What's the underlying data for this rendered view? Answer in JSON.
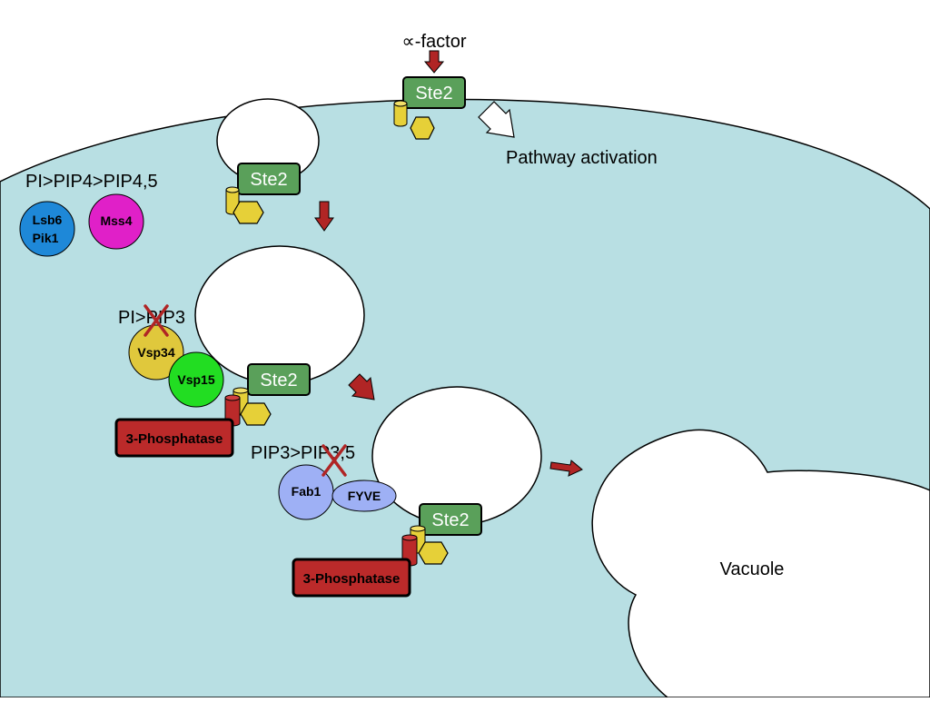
{
  "colors": {
    "cell": "#b8dfe3",
    "ste2": "#5aa05a",
    "arrow": "#b02525",
    "lsb6": "#1e88d8",
    "mss4": "#e020c8",
    "vsp34": "#e0c83c",
    "vsp15": "#22dd22",
    "fab1": "#9eb0f5",
    "fyve": "#9eb0f5",
    "phosphatase": "#bb2a2a",
    "ligand": "#e6d038",
    "cross": "#b02525"
  },
  "labels": {
    "alpha_factor": "∝-factor",
    "pathway_activation": "Pathway activation",
    "pi_pip4_pip45": "PI>PIP4>PIP4,5",
    "pi_pip3": "PI>PIP3",
    "pip3_pip35": "PIP3>PIP3,5",
    "vacuole": "Vacuole"
  },
  "receptors": {
    "ste2_top": "Ste2",
    "ste2_bud": "Ste2",
    "ste2_endosome1": "Ste2",
    "ste2_endosome2": "Ste2"
  },
  "proteins": {
    "lsb6_line1": "Lsb6",
    "lsb6_line2": "Pik1",
    "mss4": "Mss4",
    "vsp34": "Vsp34",
    "vsp15": "Vsp15",
    "fab1": "Fab1",
    "fyve": "FYVE",
    "phosphatase1": "3-Phosphatase",
    "phosphatase2": "3-Phosphatase"
  },
  "icons": [
    "down-arrow-icon",
    "diagonal-arrow-icon",
    "right-arrow-icon",
    "cross-icon",
    "hexagon-icon",
    "cylinder-icon"
  ]
}
